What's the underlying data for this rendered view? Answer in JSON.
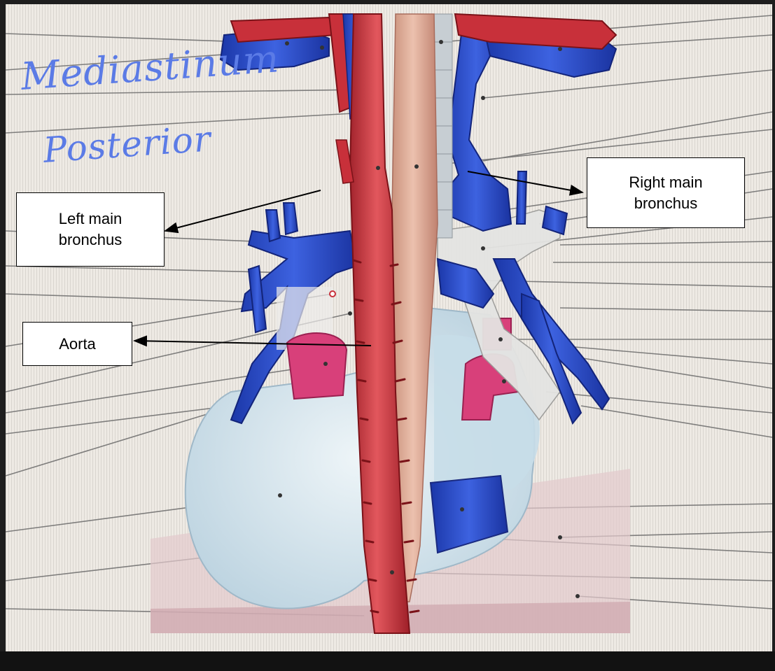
{
  "handwritten_title": {
    "line1": "Mediastinum",
    "line2": "Posterior",
    "color": "#5b7be6"
  },
  "labels": {
    "left_main_bronchus": "Left main\nbronchus",
    "right_main_bronchus": "Right main\nbronchus",
    "aorta": "Aorta"
  },
  "colors": {
    "artery": "#c8303a",
    "vein": "#2d4fd0",
    "pulmonary": "#d8407a",
    "esophagus": "#d9a58e",
    "heart": "#d6e6ee"
  }
}
